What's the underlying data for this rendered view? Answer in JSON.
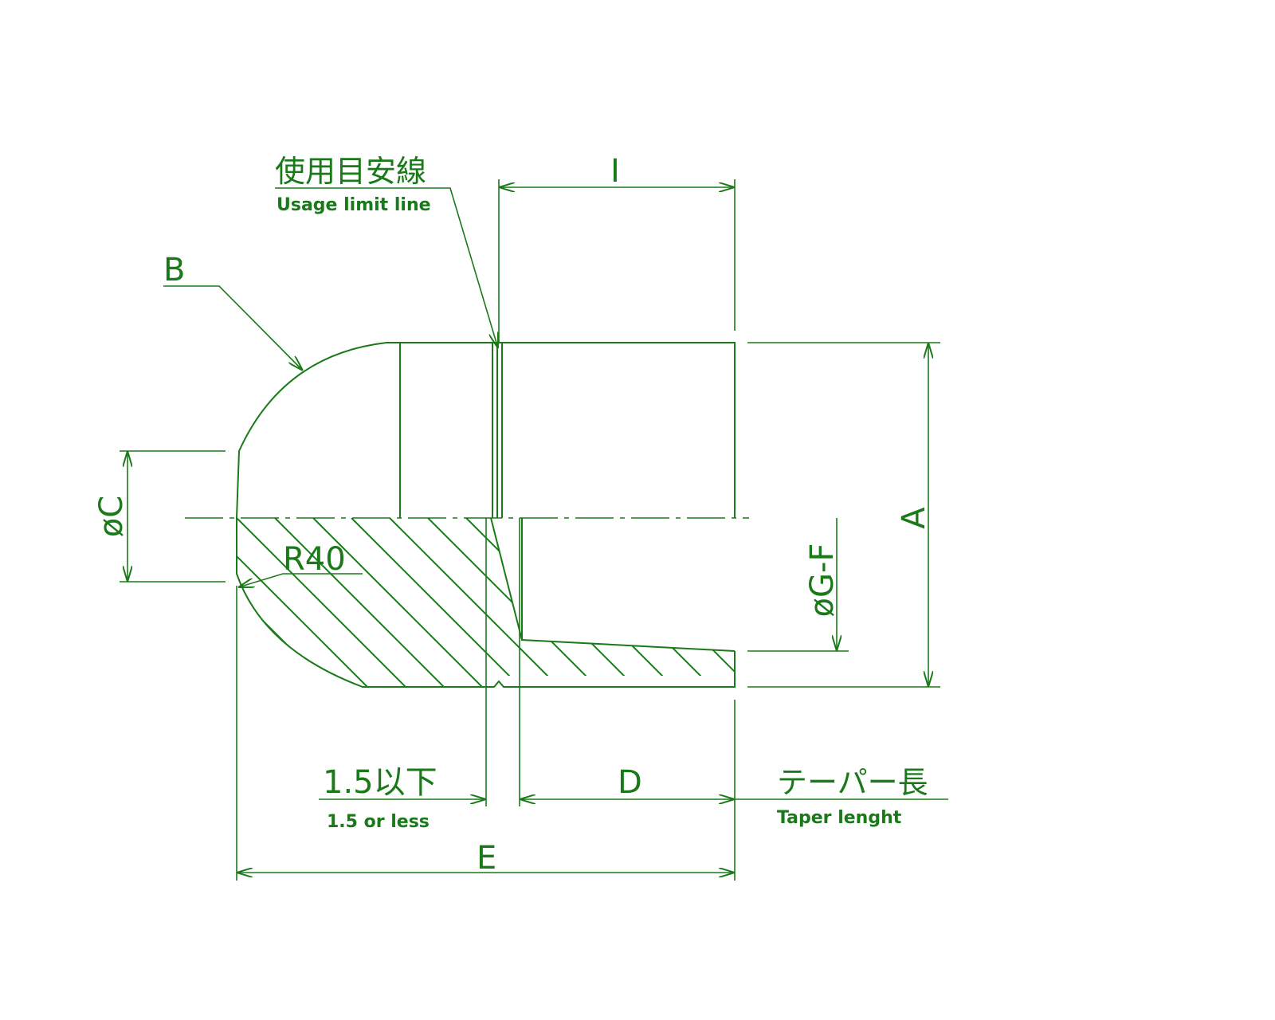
{
  "colors": {
    "line": "#1a7a1a",
    "background": "#ffffff"
  },
  "labels": {
    "usage_jp": "使用目安線",
    "usage_en": "Usage limit line",
    "I": "I",
    "B": "B",
    "A": "A",
    "C": "øC",
    "R": "R40",
    "GF": "øG-F",
    "less_jp": "1.5以下",
    "less_en": "1.5 or less",
    "D": "D",
    "taper_jp": "テーパー長",
    "taper_en": "Taper lenght",
    "E": "E"
  }
}
